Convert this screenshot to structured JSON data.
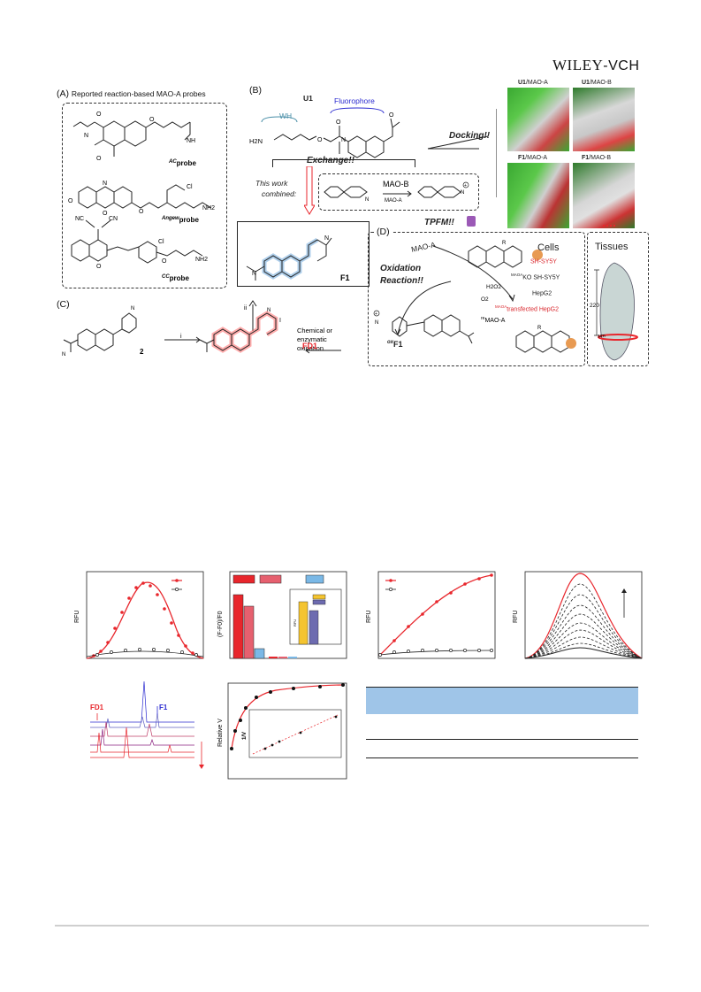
{
  "header": {
    "brand_main": "WILEY",
    "brand_suffix": "-VCH"
  },
  "scheme": {
    "panel_a": {
      "label": "(A)",
      "title": "Reported reaction-based MAO-A probes",
      "probes": [
        {
          "sup": "AC",
          "name": "probe"
        },
        {
          "sup": "Angew",
          "name": "probe"
        },
        {
          "sup": "CC",
          "name": "probe"
        }
      ],
      "nh_label": "NH",
      "nh2_label": "NH2"
    },
    "panel_b": {
      "label": "(B)",
      "u1": "U1",
      "wh": "WH",
      "fluorophore": "Fluorophore",
      "h2n": "H2N",
      "o": "O",
      "n": "N",
      "exchange": "Exchange!!",
      "this_work": "This work",
      "combined": "combined:",
      "mao_b": "MAO-B",
      "mao_a": "MAO-A",
      "docking": "Docking!!",
      "f1": "F1"
    },
    "docking_images": [
      {
        "compound": "U1",
        "target": "/MAO-A"
      },
      {
        "compound": "U1",
        "target": "/MAO-B"
      },
      {
        "compound": "F1",
        "target": "/MAO-A"
      },
      {
        "compound": "F1",
        "target": "/MAO-B"
      }
    ],
    "panel_c": {
      "label": "(C)",
      "compound2": "2",
      "step_i": "i",
      "step_ii": "ii",
      "chem_line1": "Chemical or",
      "chem_line2": "enzymatic",
      "chem_line3": "oxidation",
      "fd1": "FD1",
      "oxf1_sup": "ox",
      "oxf1": "F1",
      "iodide": "I"
    },
    "panel_d": {
      "label": "(D)",
      "tpfm": "TPFM!!",
      "mao_a": "MAO-A",
      "oxidation_line1": "Oxidation",
      "oxidation_line2": "Reaction!!",
      "h2o2": "H2O2",
      "o2": "O2",
      "re_sup": "re",
      "re_mao": "MAO-A",
      "r": "R",
      "cells_title": "Cells",
      "cells": [
        {
          "text": "SH-SY5Y",
          "sup": "",
          "color": "#d9262c"
        },
        {
          "text": "KO SH-SY5Y",
          "sup": "MAOA",
          "color": "#222222"
        },
        {
          "text": "HepG2",
          "sup": "",
          "color": "#222222"
        },
        {
          "text": "transfected HepG2",
          "sup": "MAOA",
          "color": "#d9262c"
        }
      ],
      "tissues": "Tissues",
      "depth": "220",
      "depth_unit": "μm"
    }
  },
  "figures": {
    "ylabel_rfu": "RFU",
    "ylabel_ratio": "(F-F0)/F0",
    "ylabel_relv": "Relative V",
    "inset_rfu": "RFU",
    "inset_invv": "1/V",
    "hplc_fd1": "FD1",
    "hplc_f1": "F1"
  },
  "colors": {
    "red": "#e8262c",
    "pink": "#e6606f",
    "blue": "#7ab8e6",
    "yellow": "#f4c430",
    "purple": "#6d6bb0",
    "table_header": "#9fc5e8",
    "brand_blue": "#3b3bd6"
  }
}
